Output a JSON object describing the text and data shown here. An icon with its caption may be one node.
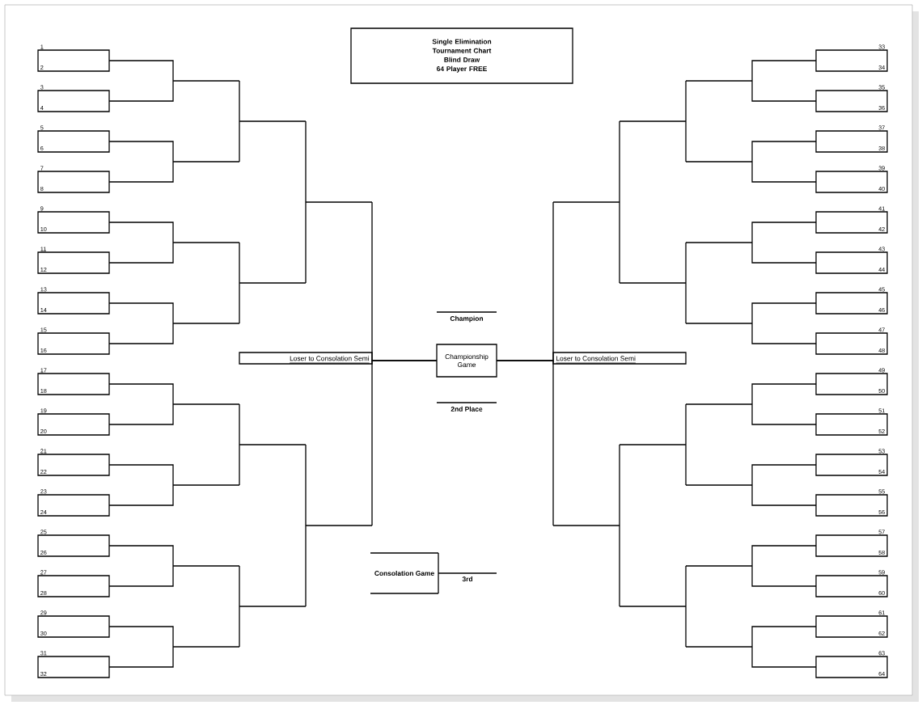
{
  "diagram": {
    "nodes": [
      {
        "text": [
          "Single Elimination Tournament Chart",
          "Blind Draw",
          "64 Player FREE"
        ]
      },
      {
        "text": [
          "1",
          "2"
        ]
      },
      {
        "text": [
          "3",
          "4"
        ]
      },
      {
        "text": [
          "5",
          "6"
        ]
      },
      {
        "text": [
          "7",
          "8"
        ]
      },
      {
        "text": [
          "9",
          "10"
        ]
      },
      {
        "text": [
          "11",
          "12"
        ]
      },
      {
        "text": [
          "13",
          "14"
        ]
      },
      {
        "text": [
          "15",
          "16"
        ]
      },
      {
        "text": [
          "17",
          "18"
        ]
      },
      {
        "text": [
          "19",
          "20"
        ]
      },
      {
        "text": [
          "21",
          "22"
        ]
      },
      {
        "text": [
          "23",
          "24"
        ]
      },
      {
        "text": [
          "25",
          "26"
        ]
      },
      {
        "text": [
          "27",
          "28"
        ]
      },
      {
        "text": [
          "29",
          "30"
        ]
      },
      {
        "text": [
          "31",
          "32"
        ]
      },
      {
        "text": [
          "33",
          "34"
        ]
      },
      {
        "text": [
          "35",
          "36"
        ]
      },
      {
        "text": [
          "37",
          "38"
        ]
      },
      {
        "text": [
          "39",
          "40"
        ]
      },
      {
        "text": [
          "41",
          "42"
        ]
      },
      {
        "text": [
          "43",
          "44"
        ]
      },
      {
        "text": [
          "45",
          "46"
        ]
      },
      {
        "text": [
          "47",
          "48"
        ]
      },
      {
        "text": [
          "49",
          "50"
        ]
      },
      {
        "text": [
          "51",
          "52"
        ]
      },
      {
        "text": [
          "53",
          "54"
        ]
      },
      {
        "text": [
          "55",
          "56"
        ]
      },
      {
        "text": [
          "57",
          "58"
        ]
      },
      {
        "text": [
          "59",
          "60"
        ]
      },
      {
        "text": [
          "61",
          "62"
        ]
      },
      {
        "text": [
          "63",
          "64"
        ]
      },
      {
        "text": [],
        "shape": "line"
      },
      {
        "text": [],
        "shape": "line"
      },
      {
        "text": [],
        "shape": "line"
      },
      {
        "text": [],
        "shape": "line"
      },
      {
        "text": [],
        "shape": "line"
      },
      {
        "text": [],
        "shape": "line"
      },
      {
        "text": [],
        "shape": "line"
      },
      {
        "text": [],
        "shape": "line"
      },
      {
        "text": [],
        "shape": "line"
      },
      {
        "text": [],
        "shape": "line"
      },
      {
        "text": [],
        "shape": "line"
      },
      {
        "text": [],
        "shape": "line"
      },
      {
        "text": [],
        "shape": "line"
      },
      {
        "text": [],
        "shape": "line"
      },
      {
        "text": [],
        "shape": "line"
      },
      {
        "text": [],
        "shape": "line"
      },
      {
        "text": [],
        "shape": "line"
      },
      {
        "text": [],
        "shape": "line"
      },
      {
        "text": [],
        "shape": "line"
      },
      {
        "text": [],
        "shape": "line"
      },
      {
        "text": [],
        "shape": "line"
      },
      {
        "text": [],
        "shape": "line"
      },
      {
        "text": [],
        "shape": "line"
      },
      {
        "text": [],
        "shape": "line"
      },
      {
        "text": [],
        "shape": "line"
      },
      {
        "text": [],
        "shape": "line"
      },
      {
        "text": [],
        "shape": "line"
      },
      {
        "text": [],
        "shape": "line"
      },
      {
        "text": [
          "Loser to Consolation Semi"
        ]
      },
      {
        "text": [
          "Championship Game"
        ]
      },
      {
        "text": [
          "Loser to Consolation Semi"
        ]
      },
      {
        "text": [],
        "shape": "line"
      },
      {
        "text": [],
        "shape": "line"
      },
      {
        "text": [
          "3rd"
        ]
      }
    ],
    "edges": [
      {
        "from": 1,
        "to": 33,
        "arrow": "none"
      },
      {
        "from": 2,
        "to": 33,
        "arrow": "none"
      },
      {
        "from": 3,
        "to": 34,
        "arrow": "none"
      },
      {
        "from": 4,
        "to": 34,
        "arrow": "none"
      },
      {
        "from": 5,
        "to": 35,
        "arrow": "none"
      },
      {
        "from": 6,
        "to": 35,
        "arrow": "none"
      },
      {
        "from": 7,
        "to": 36,
        "arrow": "none"
      },
      {
        "from": 8,
        "to": 36,
        "arrow": "none"
      },
      {
        "from": 9,
        "to": 37,
        "arrow": "none"
      },
      {
        "from": 10,
        "to": 37,
        "arrow": "none"
      },
      {
        "from": 11,
        "to": 38,
        "arrow": "none"
      },
      {
        "from": 12,
        "to": 38,
        "arrow": "none"
      },
      {
        "from": 13,
        "to": 39,
        "arrow": "none"
      },
      {
        "from": 14,
        "to": 39,
        "arrow": "none"
      },
      {
        "from": 15,
        "to": 40,
        "arrow": "none"
      },
      {
        "from": 16,
        "to": 40,
        "arrow": "none"
      },
      {
        "from": 33,
        "to": 41,
        "arrow": "none"
      },
      {
        "from": 34,
        "to": 41,
        "arrow": "none"
      },
      {
        "from": 35,
        "to": 42,
        "arrow": "none"
      },
      {
        "from": 36,
        "to": 42,
        "arrow": "none"
      },
      {
        "from": 37,
        "to": 43,
        "arrow": "none"
      },
      {
        "from": 38,
        "to": 43,
        "arrow": "none"
      },
      {
        "from": 39,
        "to": 44,
        "arrow": "none"
      },
      {
        "from": 40,
        "to": 44,
        "arrow": "none"
      },
      {
        "from": 41,
        "to": 45,
        "arrow": "none"
      },
      {
        "from": 42,
        "to": 45,
        "arrow": "none"
      },
      {
        "from": 43,
        "to": 46,
        "arrow": "none"
      },
      {
        "from": 44,
        "to": 46,
        "arrow": "none"
      },
      {
        "from": 45,
        "to": 62,
        "arrow": "none"
      },
      {
        "from": 46,
        "to": 62,
        "arrow": "none"
      },
      {
        "from": 17,
        "to": 47,
        "arrow": "none"
      },
      {
        "from": 18,
        "to": 47,
        "arrow": "none"
      },
      {
        "from": 19,
        "to": 48,
        "arrow": "none"
      },
      {
        "from": 20,
        "to": 48,
        "arrow": "none"
      },
      {
        "from": 21,
        "to": 49,
        "arrow": "none"
      },
      {
        "from": 22,
        "to": 49,
        "arrow": "none"
      },
      {
        "from": 23,
        "to": 50,
        "arrow": "none"
      },
      {
        "from": 24,
        "to": 50,
        "arrow": "none"
      },
      {
        "from": 25,
        "to": 51,
        "arrow": "none"
      },
      {
        "from": 26,
        "to": 51,
        "arrow": "none"
      },
      {
        "from": 27,
        "to": 52,
        "arrow": "none"
      },
      {
        "from": 28,
        "to": 52,
        "arrow": "none"
      },
      {
        "from": 29,
        "to": 53,
        "arrow": "none"
      },
      {
        "from": 30,
        "to": 53,
        "arrow": "none"
      },
      {
        "from": 31,
        "to": 54,
        "arrow": "none"
      },
      {
        "from": 32,
        "to": 54,
        "arrow": "none"
      },
      {
        "from": 47,
        "to": 55,
        "arrow": "none"
      },
      {
        "from": 48,
        "to": 55,
        "arrow": "none"
      },
      {
        "from": 49,
        "to": 56,
        "arrow": "none"
      },
      {
        "from": 50,
        "to": 56,
        "arrow": "none"
      },
      {
        "from": 51,
        "to": 57,
        "arrow": "none"
      },
      {
        "from": 52,
        "to": 57,
        "arrow": "none"
      },
      {
        "from": 53,
        "to": 58,
        "arrow": "none"
      },
      {
        "from": 54,
        "to": 58,
        "arrow": "none"
      },
      {
        "from": 55,
        "to": 59,
        "arrow": "none"
      },
      {
        "from": 56,
        "to": 59,
        "arrow": "none"
      },
      {
        "from": 57,
        "to": 60,
        "arrow": "none"
      },
      {
        "from": 58,
        "to": 60,
        "arrow": "none"
      },
      {
        "from": 59,
        "to": 62,
        "arrow": "none"
      },
      {
        "from": 60,
        "to": 62,
        "arrow": "none"
      },
      {
        "from": 64,
        "to": 66,
        "arrow": "none"
      },
      {
        "from": 65,
        "to": 66,
        "arrow": "none"
      }
    ],
    "labels": [
      "Champion",
      "2nd Place",
      "Consolation Game"
    ]
  }
}
